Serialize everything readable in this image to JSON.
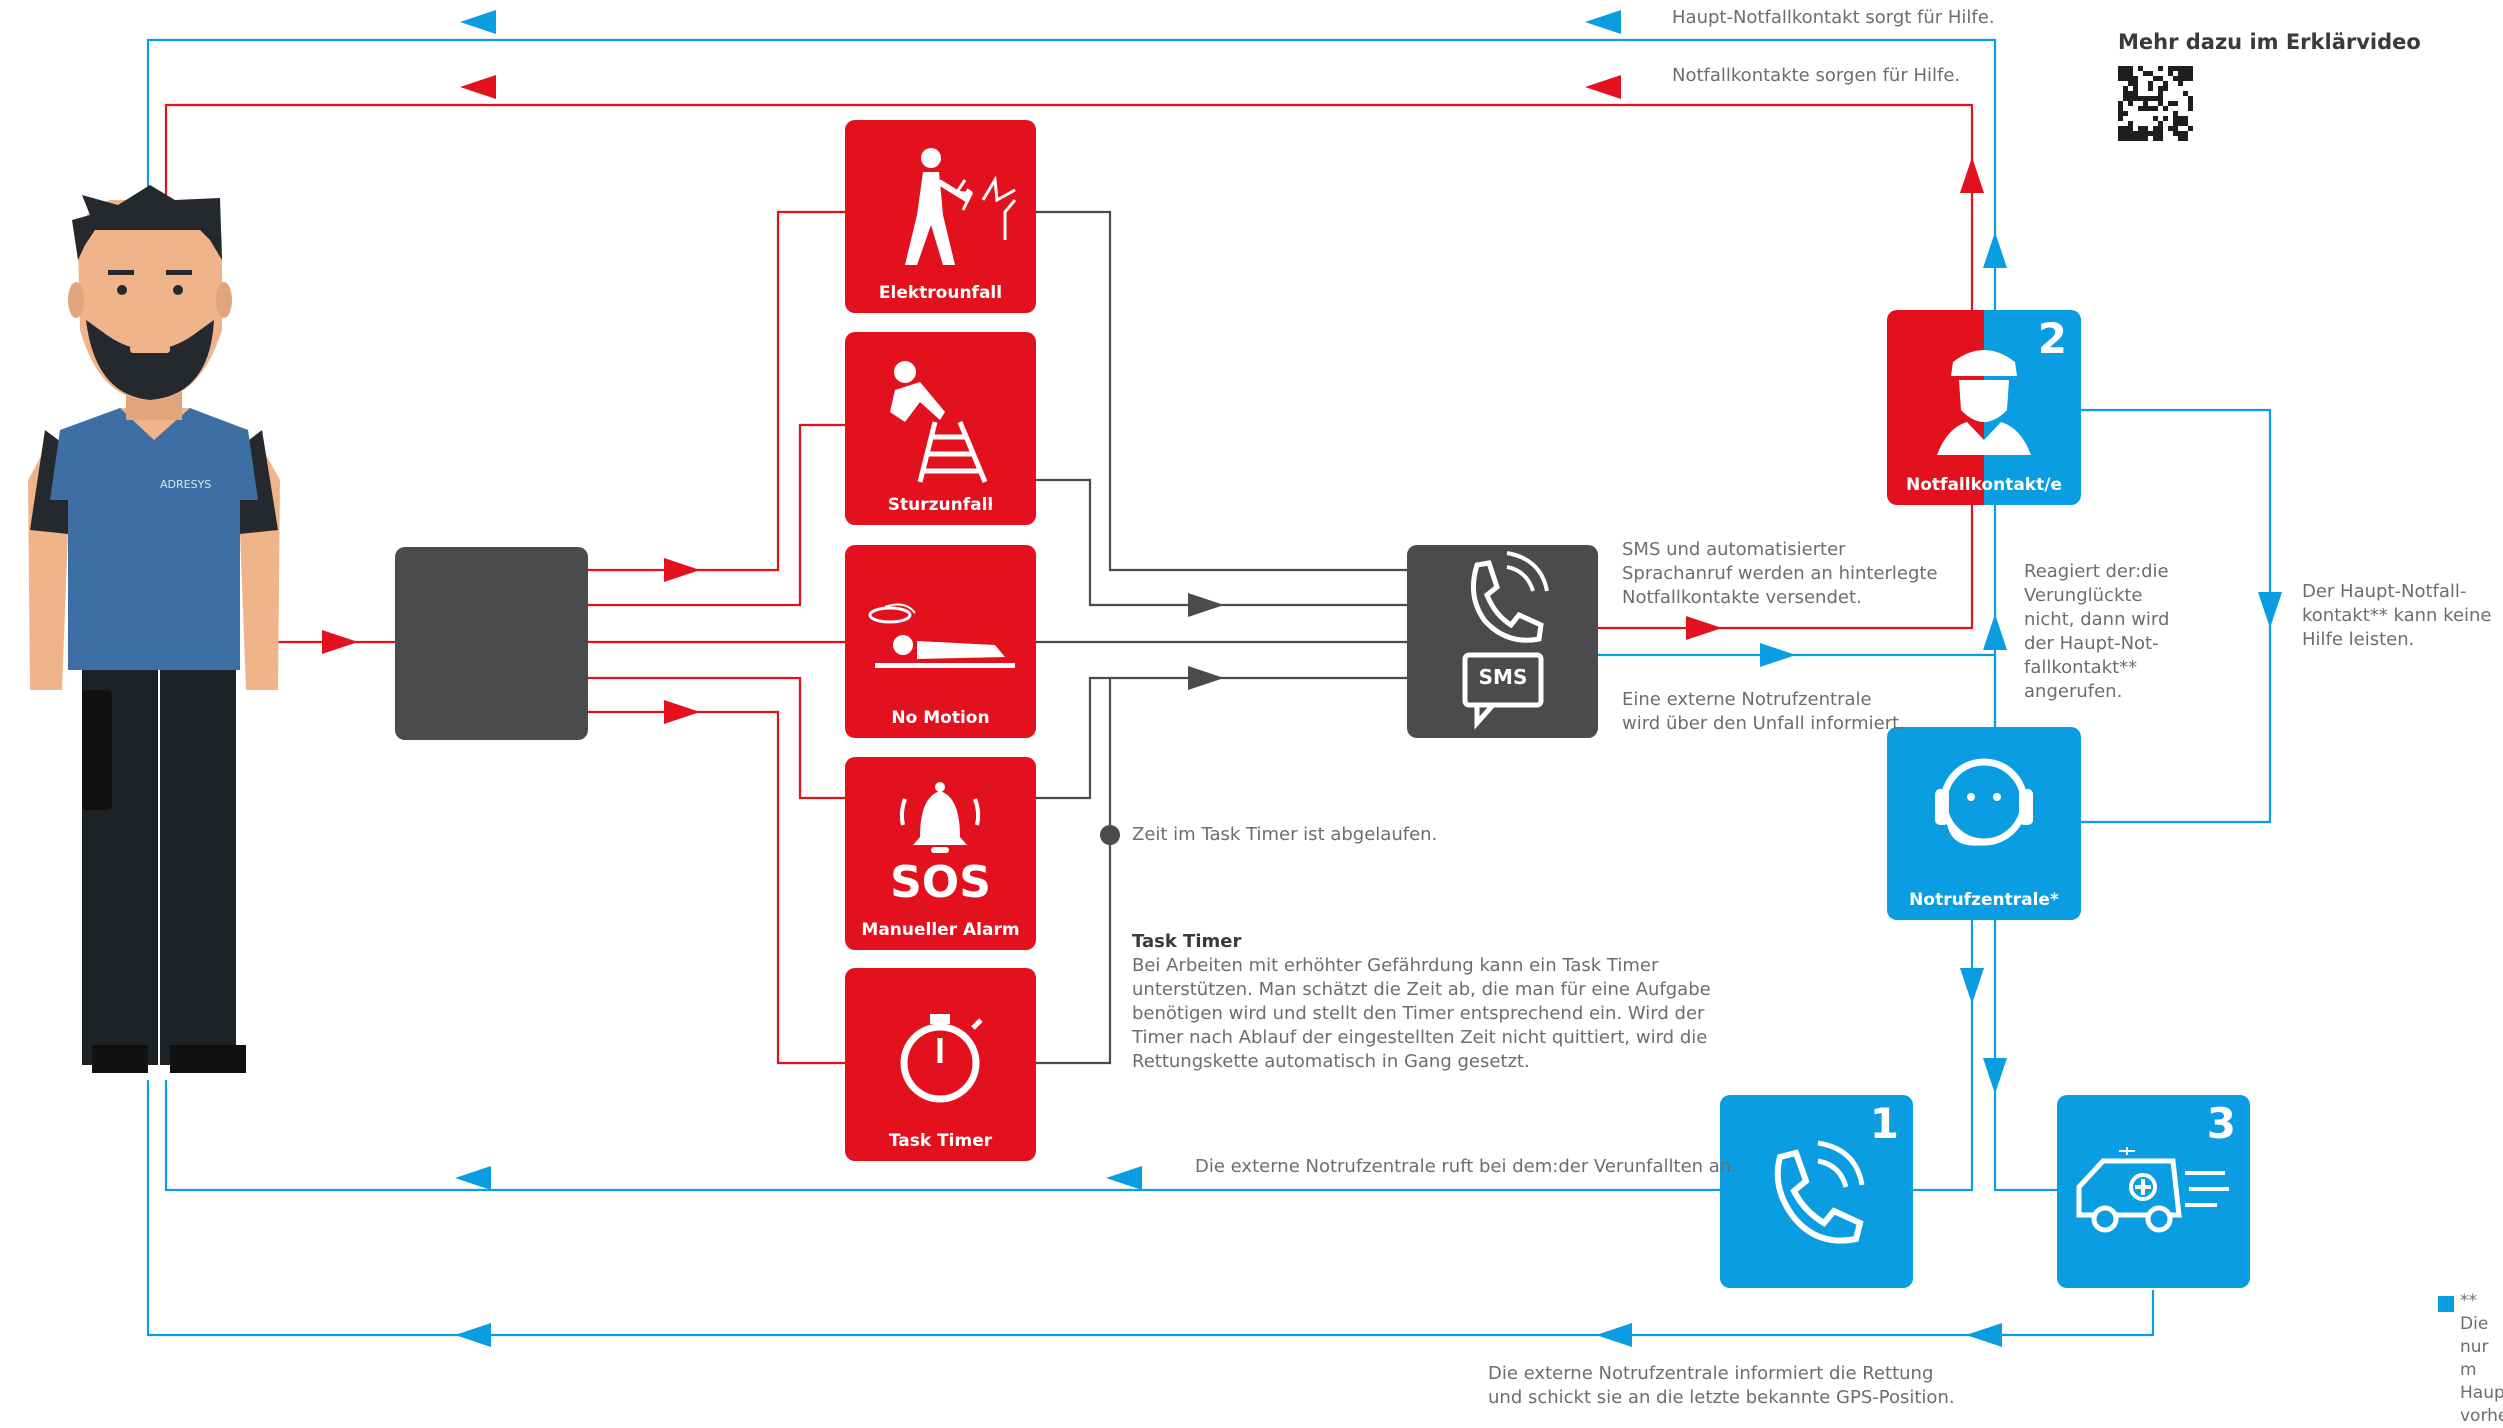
{
  "header": {
    "video_label": "Mehr dazu im Erklärvideo"
  },
  "colors": {
    "red": "#e3101d",
    "blue": "#0a9de2",
    "grey": "#4b4b4d",
    "line_grey": "#4b4b4d",
    "text": "#6d6d6d"
  },
  "person": {
    "shirt_logo": "ADRESYS"
  },
  "accidents": [
    {
      "label": "Elektrounfall",
      "icon": "electric-shock-icon"
    },
    {
      "label": "Sturzunfall",
      "icon": "falling-ladder-icon"
    },
    {
      "label": "No Motion",
      "icon": "lying-person-icon"
    },
    {
      "label": "Manueller Alarm",
      "icon": "bell-sos-icon",
      "sos": "SOS"
    },
    {
      "label": "Task Timer",
      "icon": "stopwatch-icon"
    }
  ],
  "devices": {
    "phone_icon": "smartphone-qr-icon",
    "comm": {
      "icon": "phone-sms-icon",
      "sms": "SMS"
    }
  },
  "nodes": {
    "contact": {
      "label": "Notfallkontakt/e",
      "number": "2",
      "icon": "person-cap-icon"
    },
    "center": {
      "label": "Notrufzentrale*",
      "icon": "headset-operator-icon"
    },
    "call": {
      "number": "1",
      "icon": "phone-call-icon"
    },
    "ambulance": {
      "number": "3",
      "icon": "ambulance-icon"
    }
  },
  "annotations": {
    "top1": "Haupt-Notfallkontakt sorgt für Hilfe.",
    "top2": "Notfallkontakte sorgen für Hilfe.",
    "sms_text": "SMS und automatisierter\nSprachanruf werden an hinterlegte\nNotfallkontakte versendet.",
    "external_text": "Eine externe Notrufzentrale\nwird über den Unfall informiert.",
    "reagiert": "Reagiert der:die\nVerunglückte\nnicht, dann wird\nder Haupt-Not-\nfallkontakt**\nangerufen.",
    "haupt_keine": "Der Haupt-Notfall-\nkontakt** kann keine\nHilfe leisten.",
    "timer_expired": "Zeit im Task Timer ist abgelaufen.",
    "task_timer_title": "Task Timer",
    "task_timer_body": "Bei Arbeiten mit erhöhter Gefährdung kann ein Task Timer\nunterstützen. Man schätzt die Zeit ab, die man für eine Aufgabe\nbenötigen wird und stellt den Timer entsprechend ein. Wird der\nTimer nach Ablauf der eingestellten Zeit nicht quittiert, wird die\nRettungskette automatisch in Gang gesetzt.",
    "calls_back": "Die externe Notrufzentrale ruft bei dem:der Verunfallten an.",
    "informs": "Die externe Notrufzentrale informiert die Rettung\nund schickt sie an die letzte bekannte GPS-Position.",
    "footnote": "** Die\nnur m\nHaup\nvorhe"
  }
}
